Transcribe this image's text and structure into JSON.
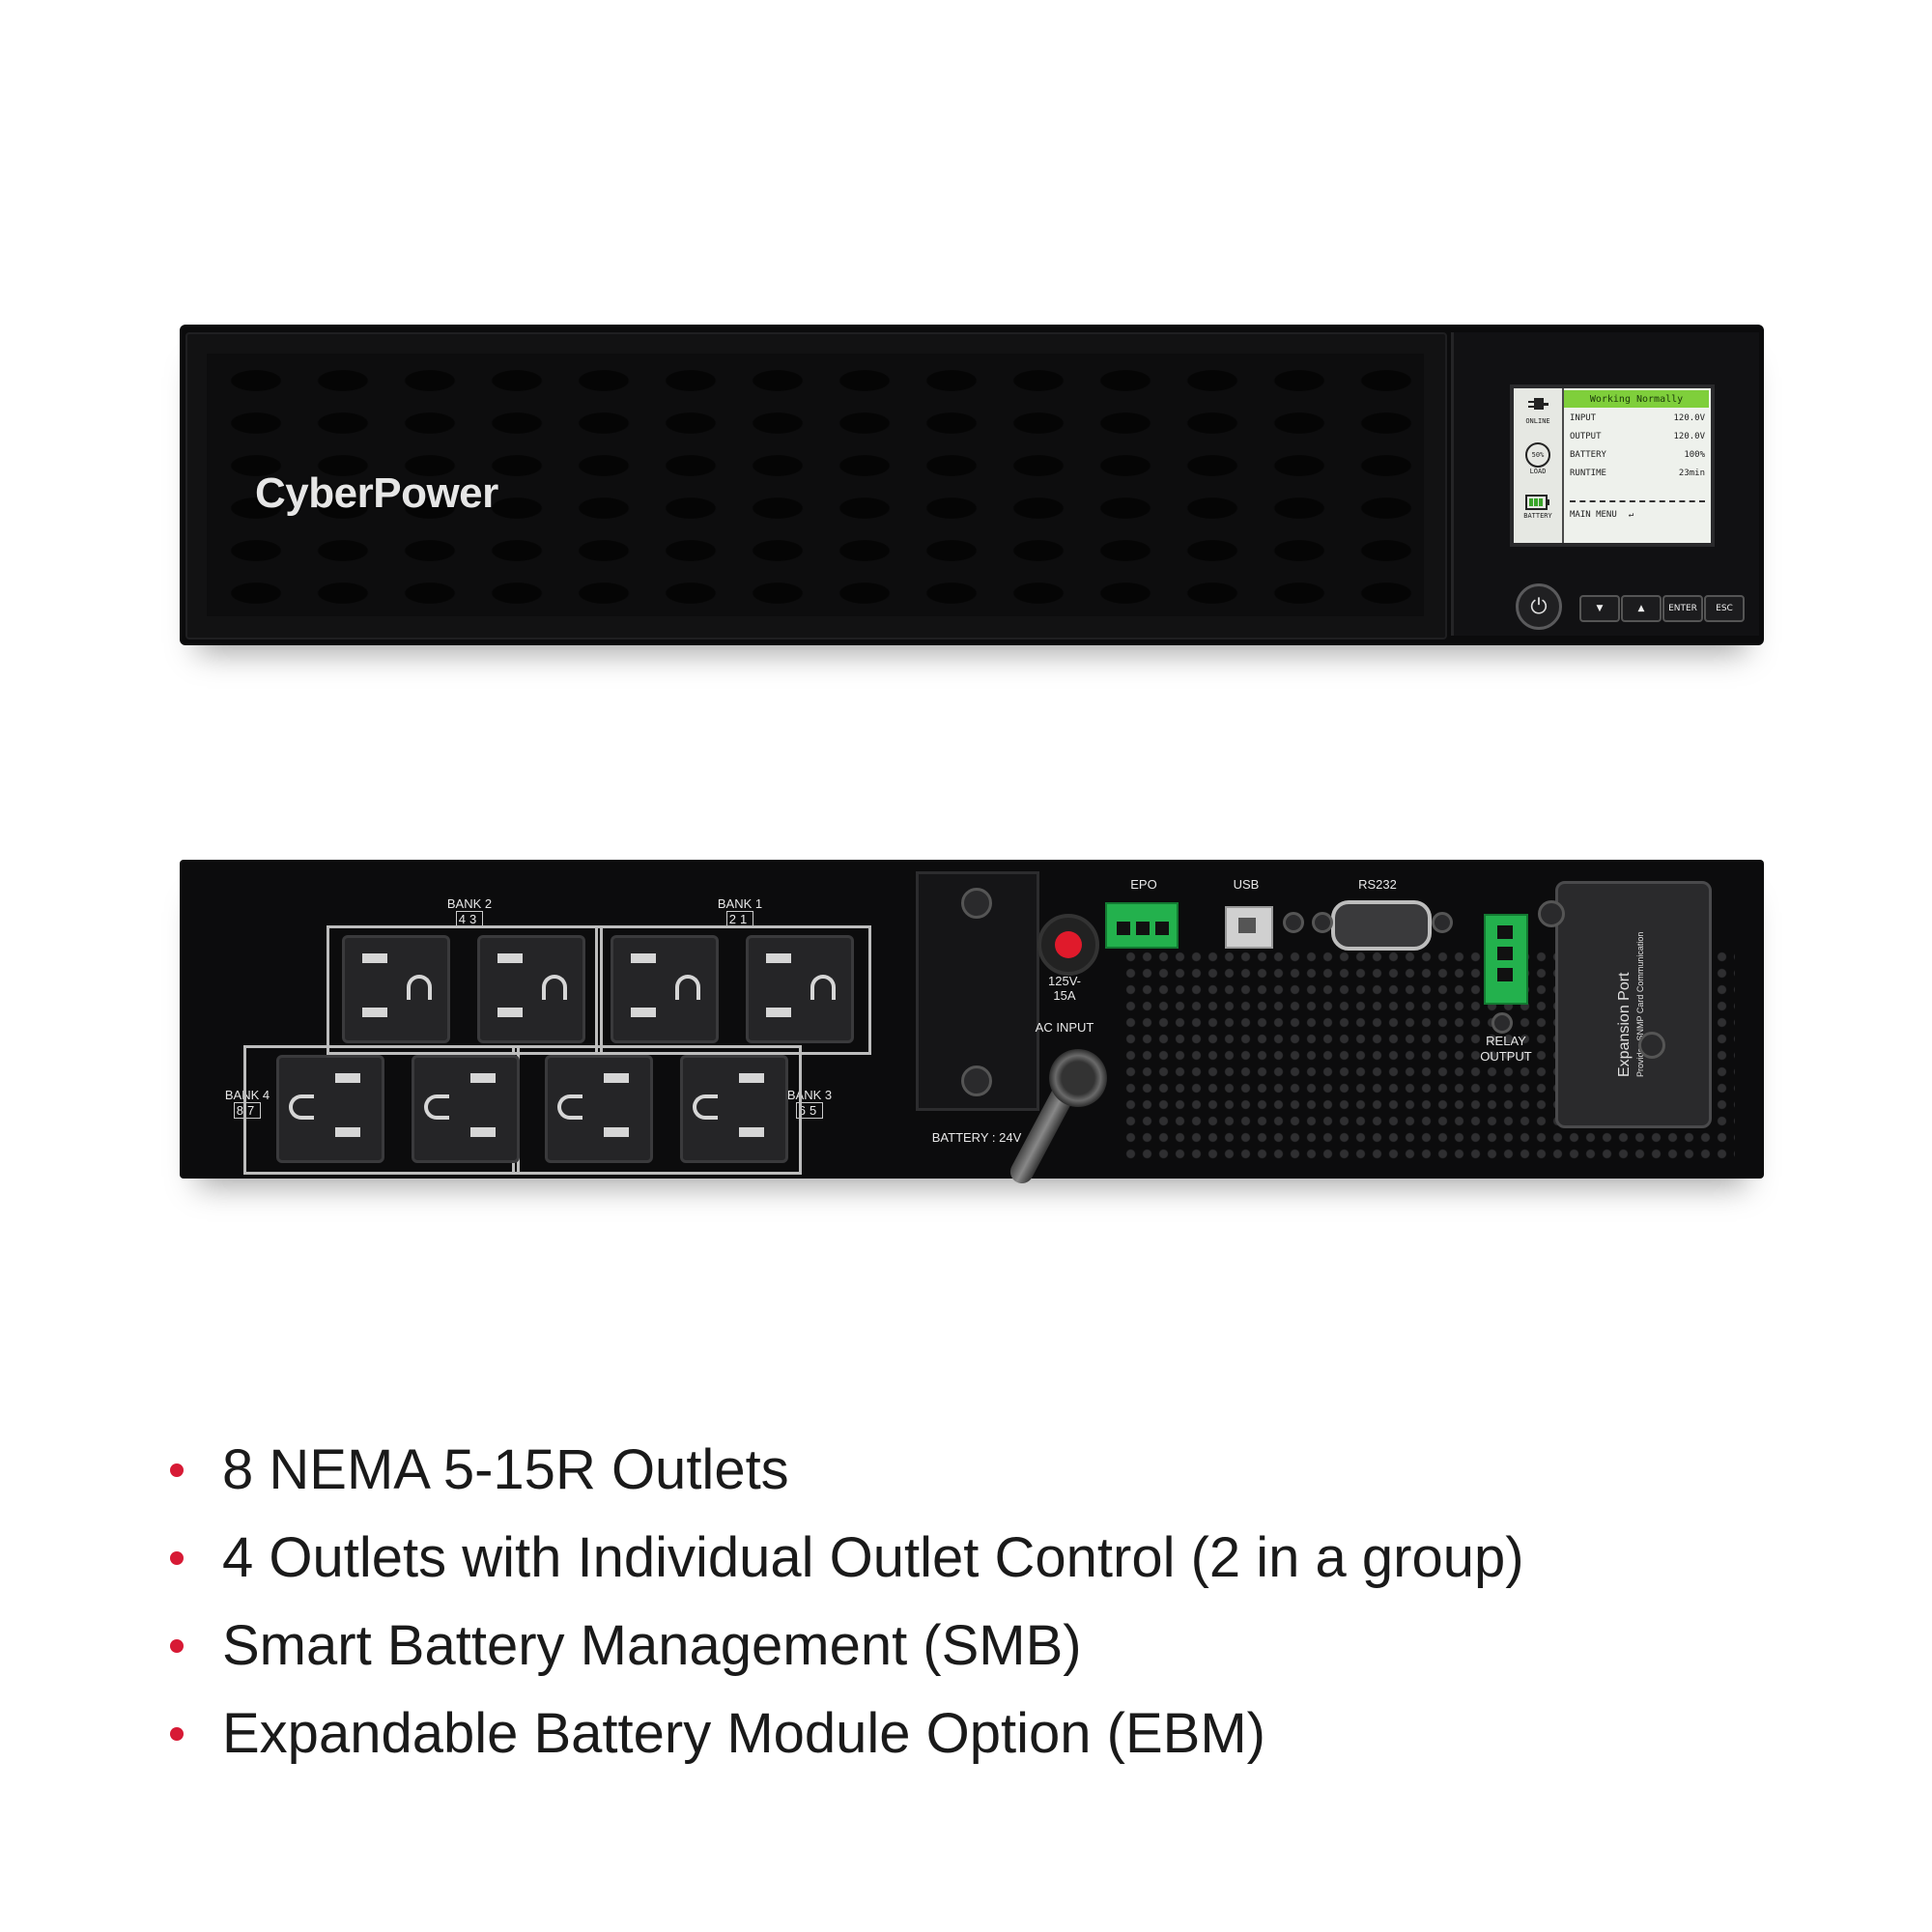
{
  "colors": {
    "bullet": "#d71a35",
    "lcd_banner": "#7fcf3b",
    "breaker_knob": "#e01a2b",
    "terminal_green": "#23b14d"
  },
  "front": {
    "brand": "CyberPower",
    "lcd": {
      "banner": "Working Normally",
      "icons": {
        "online": "ONLINE",
        "load": "LOAD",
        "load_value": "50%",
        "battery": "BATTERY"
      },
      "rows": [
        {
          "label": "INPUT",
          "value": "120.0V"
        },
        {
          "label": "OUTPUT",
          "value": "120.0V"
        },
        {
          "label": "BATTERY",
          "value": "100%"
        },
        {
          "label": "RUNTIME",
          "value": "23min"
        }
      ],
      "menu": "MAIN MENU",
      "menu_icon": "enter-arrow-icon"
    },
    "buttons": {
      "down": "▼",
      "up": "▲",
      "enter": "ENTER",
      "esc": "ESC",
      "power": "⏻"
    }
  },
  "rear": {
    "banks": {
      "bank2": {
        "label": "BANK 2",
        "nums": "43"
      },
      "bank1": {
        "label": "BANK 1",
        "nums": "21"
      },
      "bank4": {
        "label": "BANK 4",
        "nums": "87"
      },
      "bank3": {
        "label": "BANK 3",
        "nums": "65"
      }
    },
    "breaker_rating": "125V-\n15A",
    "ac_input": "AC INPUT",
    "battery": "BATTERY : 24V",
    "epo": "EPO",
    "usb": "USB",
    "rs232": "RS232",
    "relay": "RELAY\nOUTPUT",
    "expansion_title": "Expansion Port",
    "expansion_sub": "Provides SNMP Card Communication"
  },
  "features": [
    "8 NEMA 5-15R Outlets",
    "4 Outlets with Individual Outlet Control (2 in a group)",
    "Smart Battery Management (SMB)",
    "Expandable Battery Module Option (EBM)"
  ]
}
